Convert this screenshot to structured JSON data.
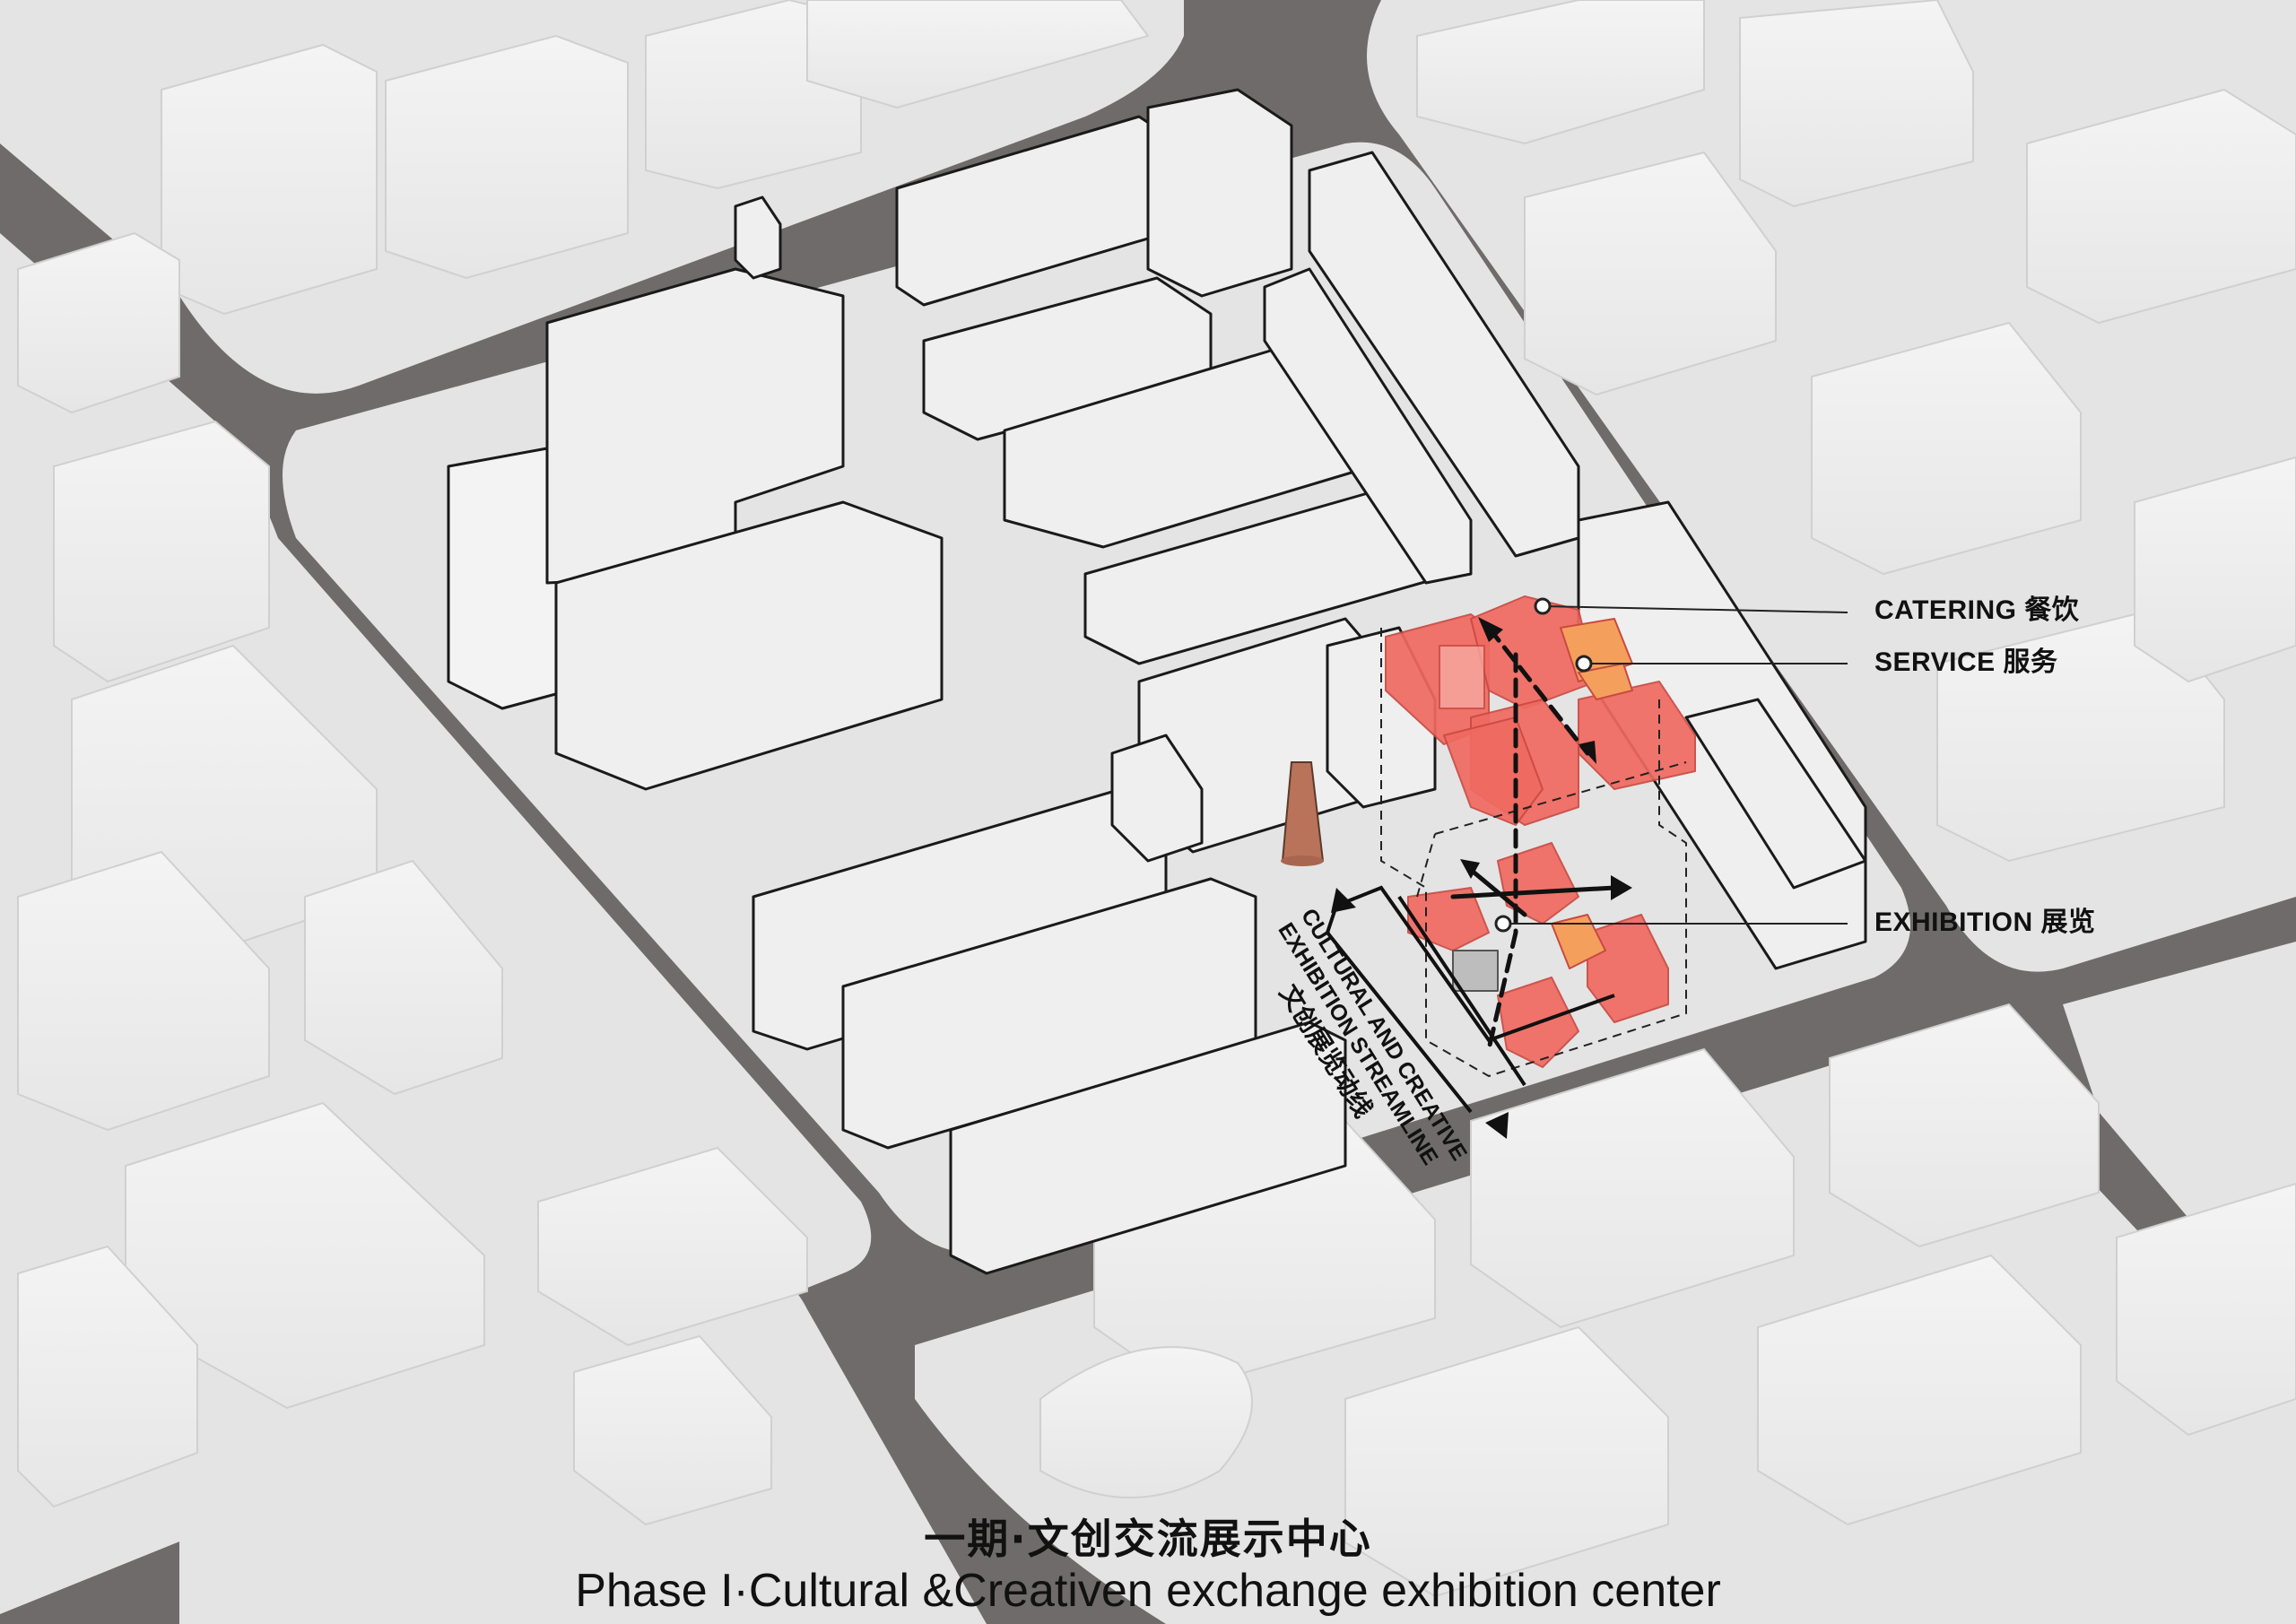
{
  "diagram": {
    "legend": [
      {
        "label": "CATERING 餐饮",
        "color": "#f06a60"
      },
      {
        "label": "SERVICE 服务",
        "color": "#f4a05c"
      },
      {
        "label": "EXHIBITION 展览",
        "color": "#f06a60"
      }
    ],
    "streamline": {
      "line1": "CULTURAL AND CREATIVE",
      "line2": "EXHIBITION STREAMLINE",
      "line3": "文创展览动线"
    },
    "colors": {
      "road": "#6f6b6a",
      "block": "#dcdcdc",
      "building": "#ececec",
      "catering": "#f06a60",
      "service": "#f4a05c",
      "chimney": "#b8735a"
    }
  },
  "caption": {
    "title_cn": "一期·文创交流展示中心",
    "title_en": "Phase I·Cultural &Creativen exchange exhibition center"
  }
}
